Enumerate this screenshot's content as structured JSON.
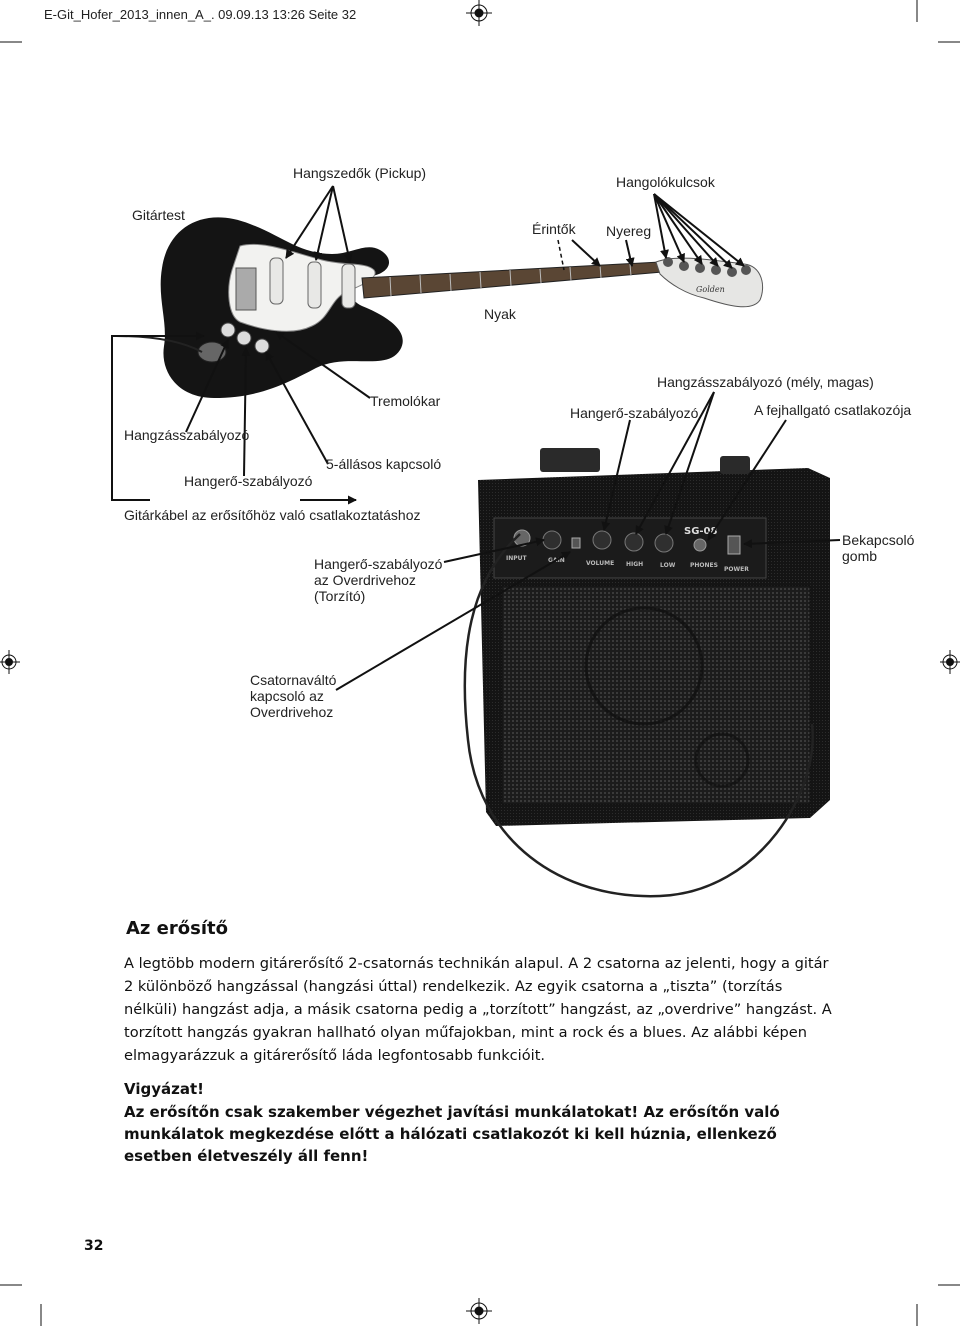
{
  "slug": "E-Git_Hofer_2013_innen_A_.  09.09.13  13:26  Seite 32",
  "labels": {
    "pickup": "Hangszedők (Pickup)",
    "tuners": "Hangolókulcsok",
    "body": "Gitártest",
    "frets": "Érintők",
    "nut": "Nyereg",
    "neck": "Nyak",
    "tone_low_high": "Hangzásszabályozó (mély, magas)",
    "tremolo": "Tremolókar",
    "volume_amp": "Hangerő-szabályozó",
    "headphones": "A fejhallgató csatlakozója",
    "tone": "Hangzásszabályozó",
    "five_way": "5-állásos kapcsoló",
    "volume_guitar": "Hangerő-szabályozó",
    "cable": "Gitárkábel az erősítőhöz való csatlakoztatáshoz",
    "overdrive_volume_1": "Hangerő-szabályozó",
    "overdrive_volume_2": "az Overdrivehoz",
    "overdrive_volume_3": "(Torzító)",
    "power_1": "Bekapcsoló",
    "power_2": "gomb",
    "channel_1": "Csatornaváltó",
    "channel_2": "kapcsoló az",
    "channel_3": "Overdrivehoz"
  },
  "amp_panel": {
    "brand": "SG-08",
    "input": "INPUT",
    "gain": "GAIN",
    "volume": "VOLUME",
    "high": "HIGH",
    "low": "LOW",
    "phones": "PHONES",
    "power": "POWER"
  },
  "headstock_logo": "Golden",
  "heading": "Az erősítő",
  "paragraph": "A legtöbb modern gitárerősítő 2-csatornás technikán alapul. A 2 csatorna az jelenti, hogy a gitár 2 különböző hangzással (hangzási úttal) rendelkezik. Az egyik csatorna a „tiszta” (torzítás nélküli) hangzást adja, a másik csatorna pedig a „torzított” hangzást, az „overdrive” hangzást. A torzított hangzás gyakran hallható olyan műfajokban, mint a rock és a blues. Az alábbi képen elmagyarázzuk a gitárerősítő láda legfontosabb funkcióit.",
  "warning_title": "Vigyázat!",
  "warning_text": "Az erősítőn csak szakember végezhet javítási munkálatokat! Az erősítőn való munkálatok megkezdése előtt a hálózati csatlakozót ki kell húznia, ellenkező esetben életveszély áll fenn!",
  "page_number": "32"
}
